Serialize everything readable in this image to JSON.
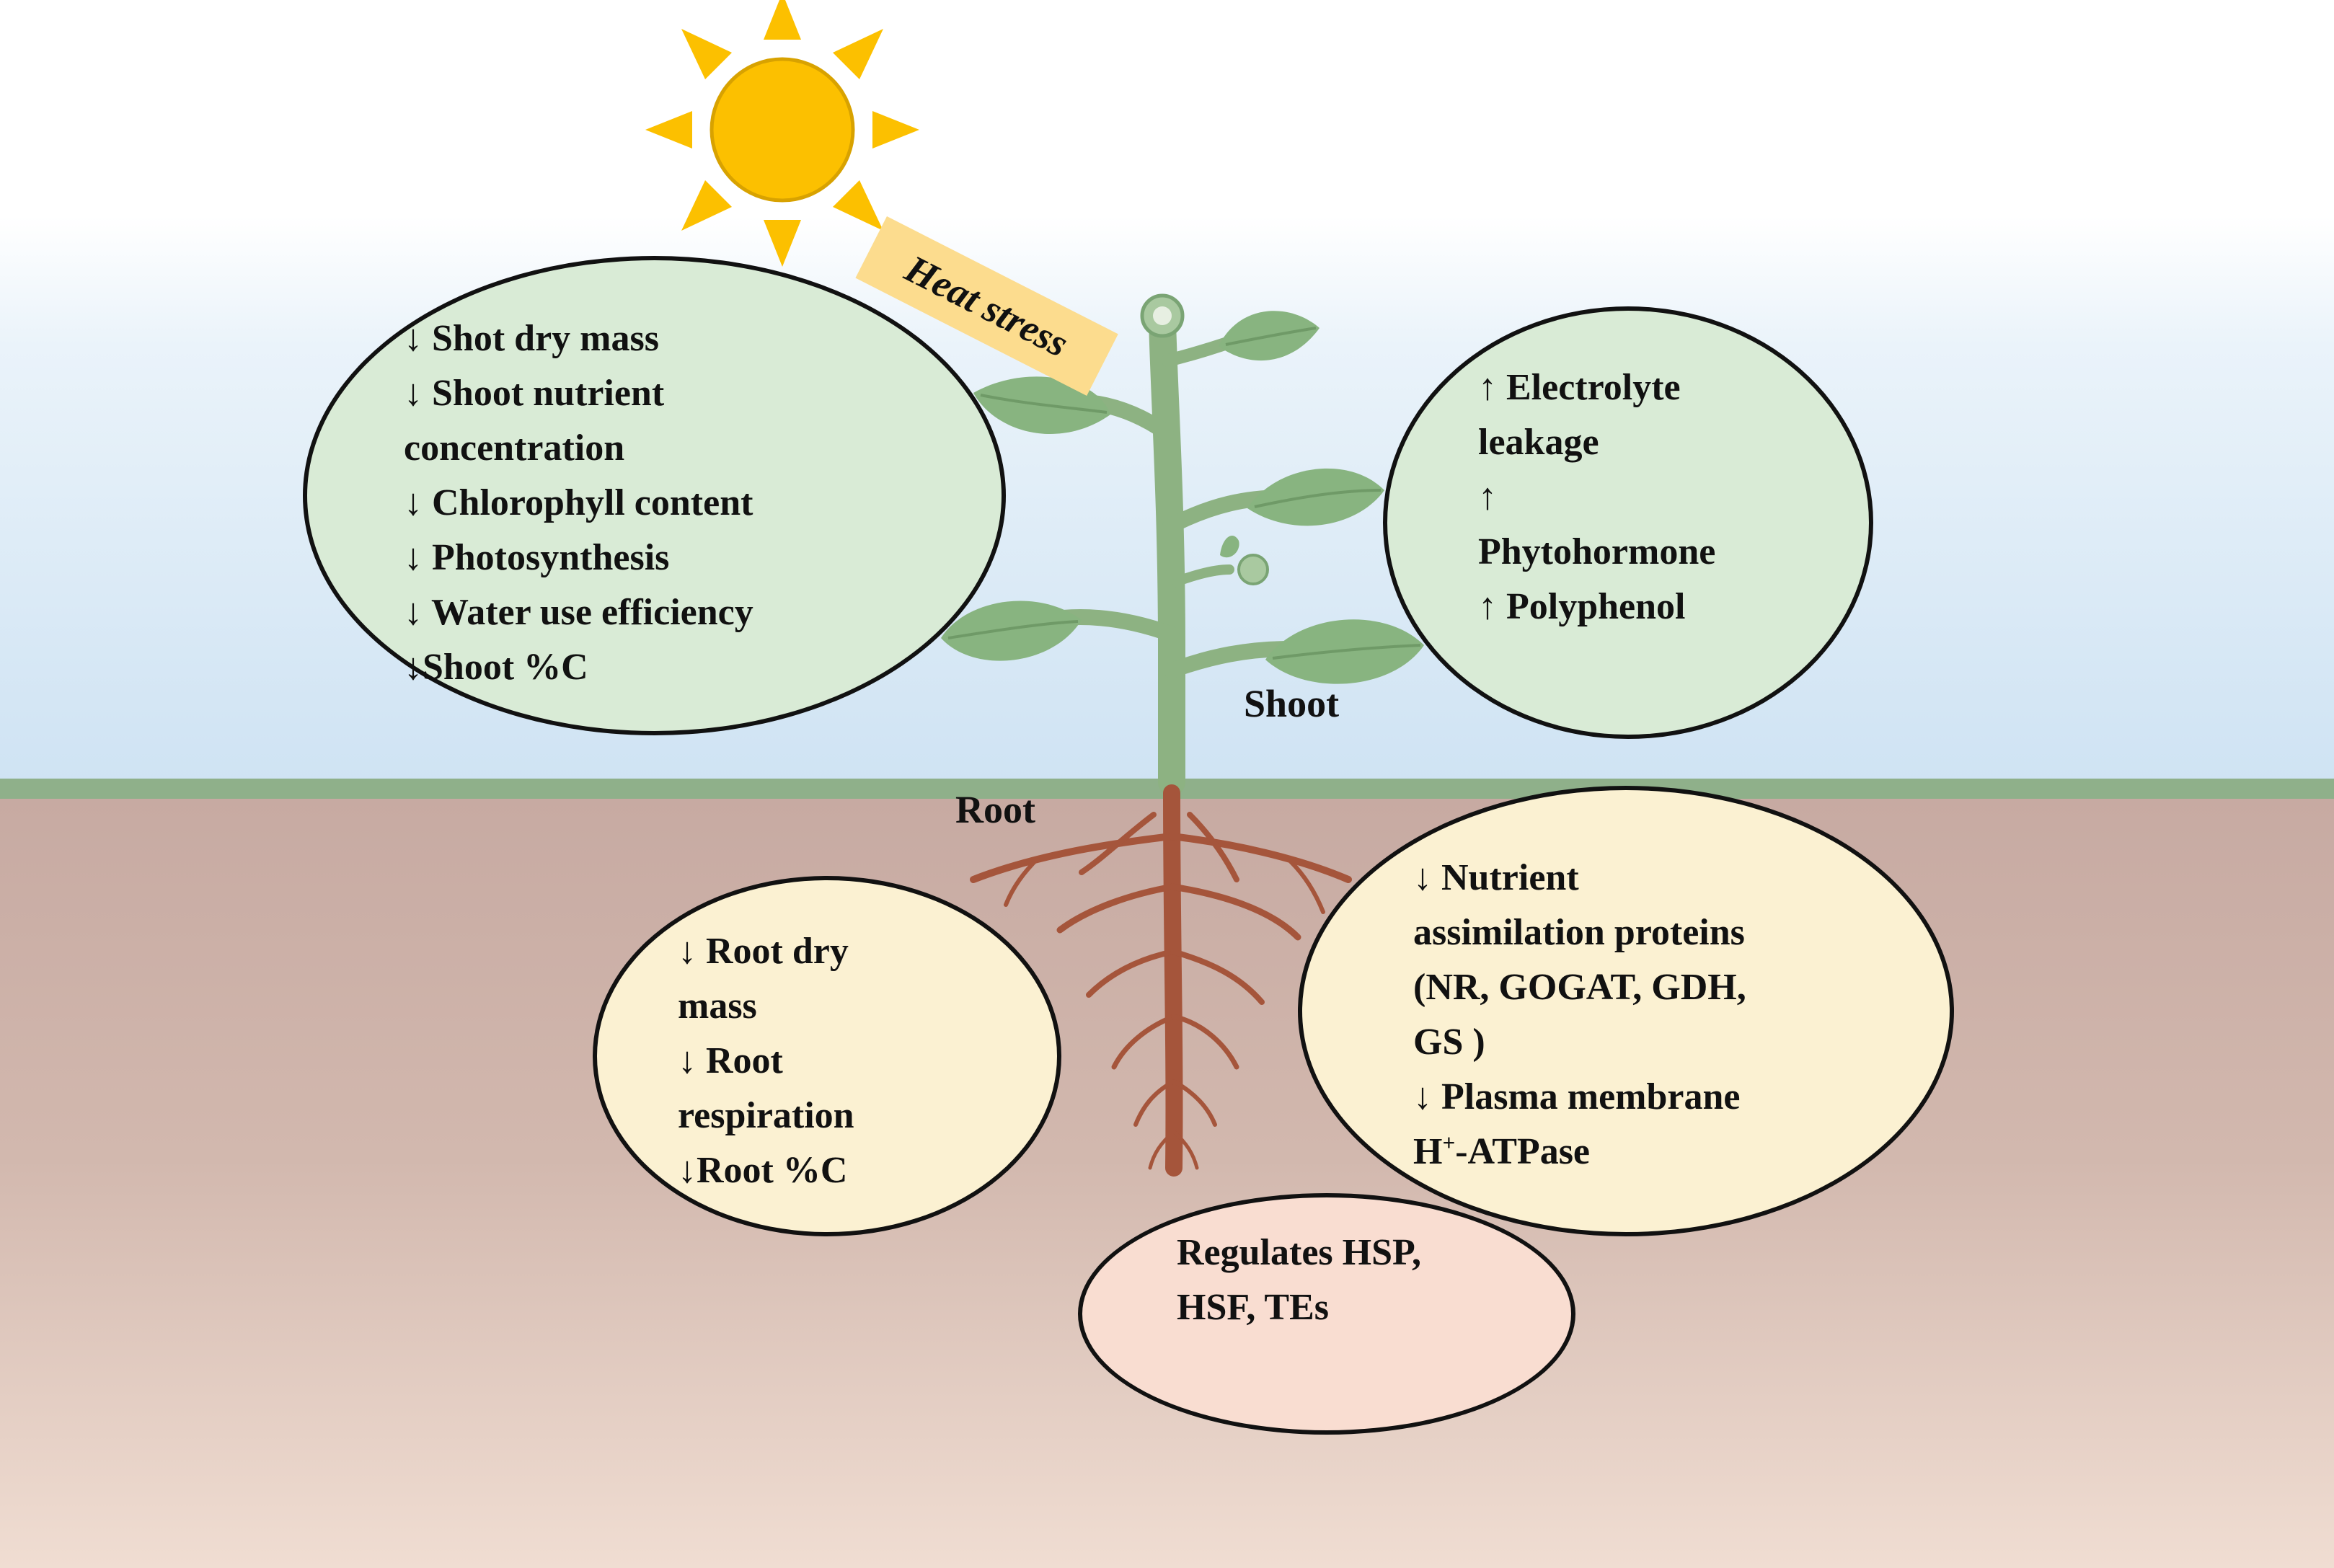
{
  "heat_label": "Heat stress",
  "shoot_label": "Shoot",
  "root_label": "Root",
  "shoot_left_effects": [
    "↓ Shot dry mass",
    "↓ Shoot nutrient",
    "concentration",
    "↓ Chlorophyll content",
    "↓ Photosynthesis",
    "↓ Water use efficiency",
    "↓Shoot %C"
  ],
  "shoot_right_effects": [
    "↑ Electrolyte",
    "leakage",
    "↑",
    "Phytohormone",
    "↑ Polyphenol"
  ],
  "root_left_effects": [
    "↓ Root dry",
    "mass",
    "↓ Root",
    "respiration",
    "↓Root %C"
  ],
  "root_right_effects": [
    "↓ Nutrient",
    "assimilation proteins",
    "(NR, GOGAT, GDH,",
    "GS )",
    "↓ Plasma membrane"
  ],
  "atpase": {
    "prefix": "H",
    "superscript": "+",
    "suffix": "-ATPase"
  },
  "regulation": [
    "Regulates HSP,",
    "HSF, TEs"
  ],
  "colors": {
    "sun": "#fcc000",
    "stem": "#8db282",
    "leaf": "#88b480",
    "root": "#a5553b",
    "bubble_green": "#d9ebd6",
    "bubble_yellow": "#fbf1d2",
    "bubble_pink": "#f9ddd1"
  }
}
